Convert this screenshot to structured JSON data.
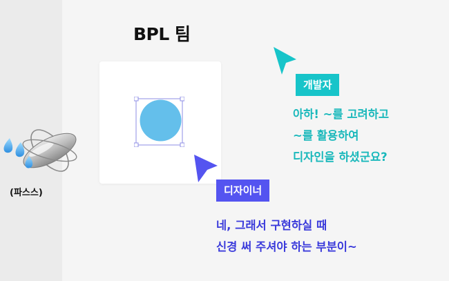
{
  "title": "BPL 팀",
  "mascot": {
    "label": "(파스스)",
    "icon": "blimp-with-sweat-drops-icon"
  },
  "canvas": {
    "shape_color": "#64bfeb",
    "selection_color": "#8d8de6"
  },
  "developer": {
    "tag": "개발자",
    "color": "#17c4c9",
    "lines": [
      "아하! ~를 고려하고",
      "~를 활용하여",
      "디자인을 하셨군요?"
    ]
  },
  "designer": {
    "tag": "디자이너",
    "color": "#5454f0",
    "lines": [
      "네, 그래서 구현하실 때",
      "신경 써 주셔야 하는 부분이~"
    ]
  }
}
